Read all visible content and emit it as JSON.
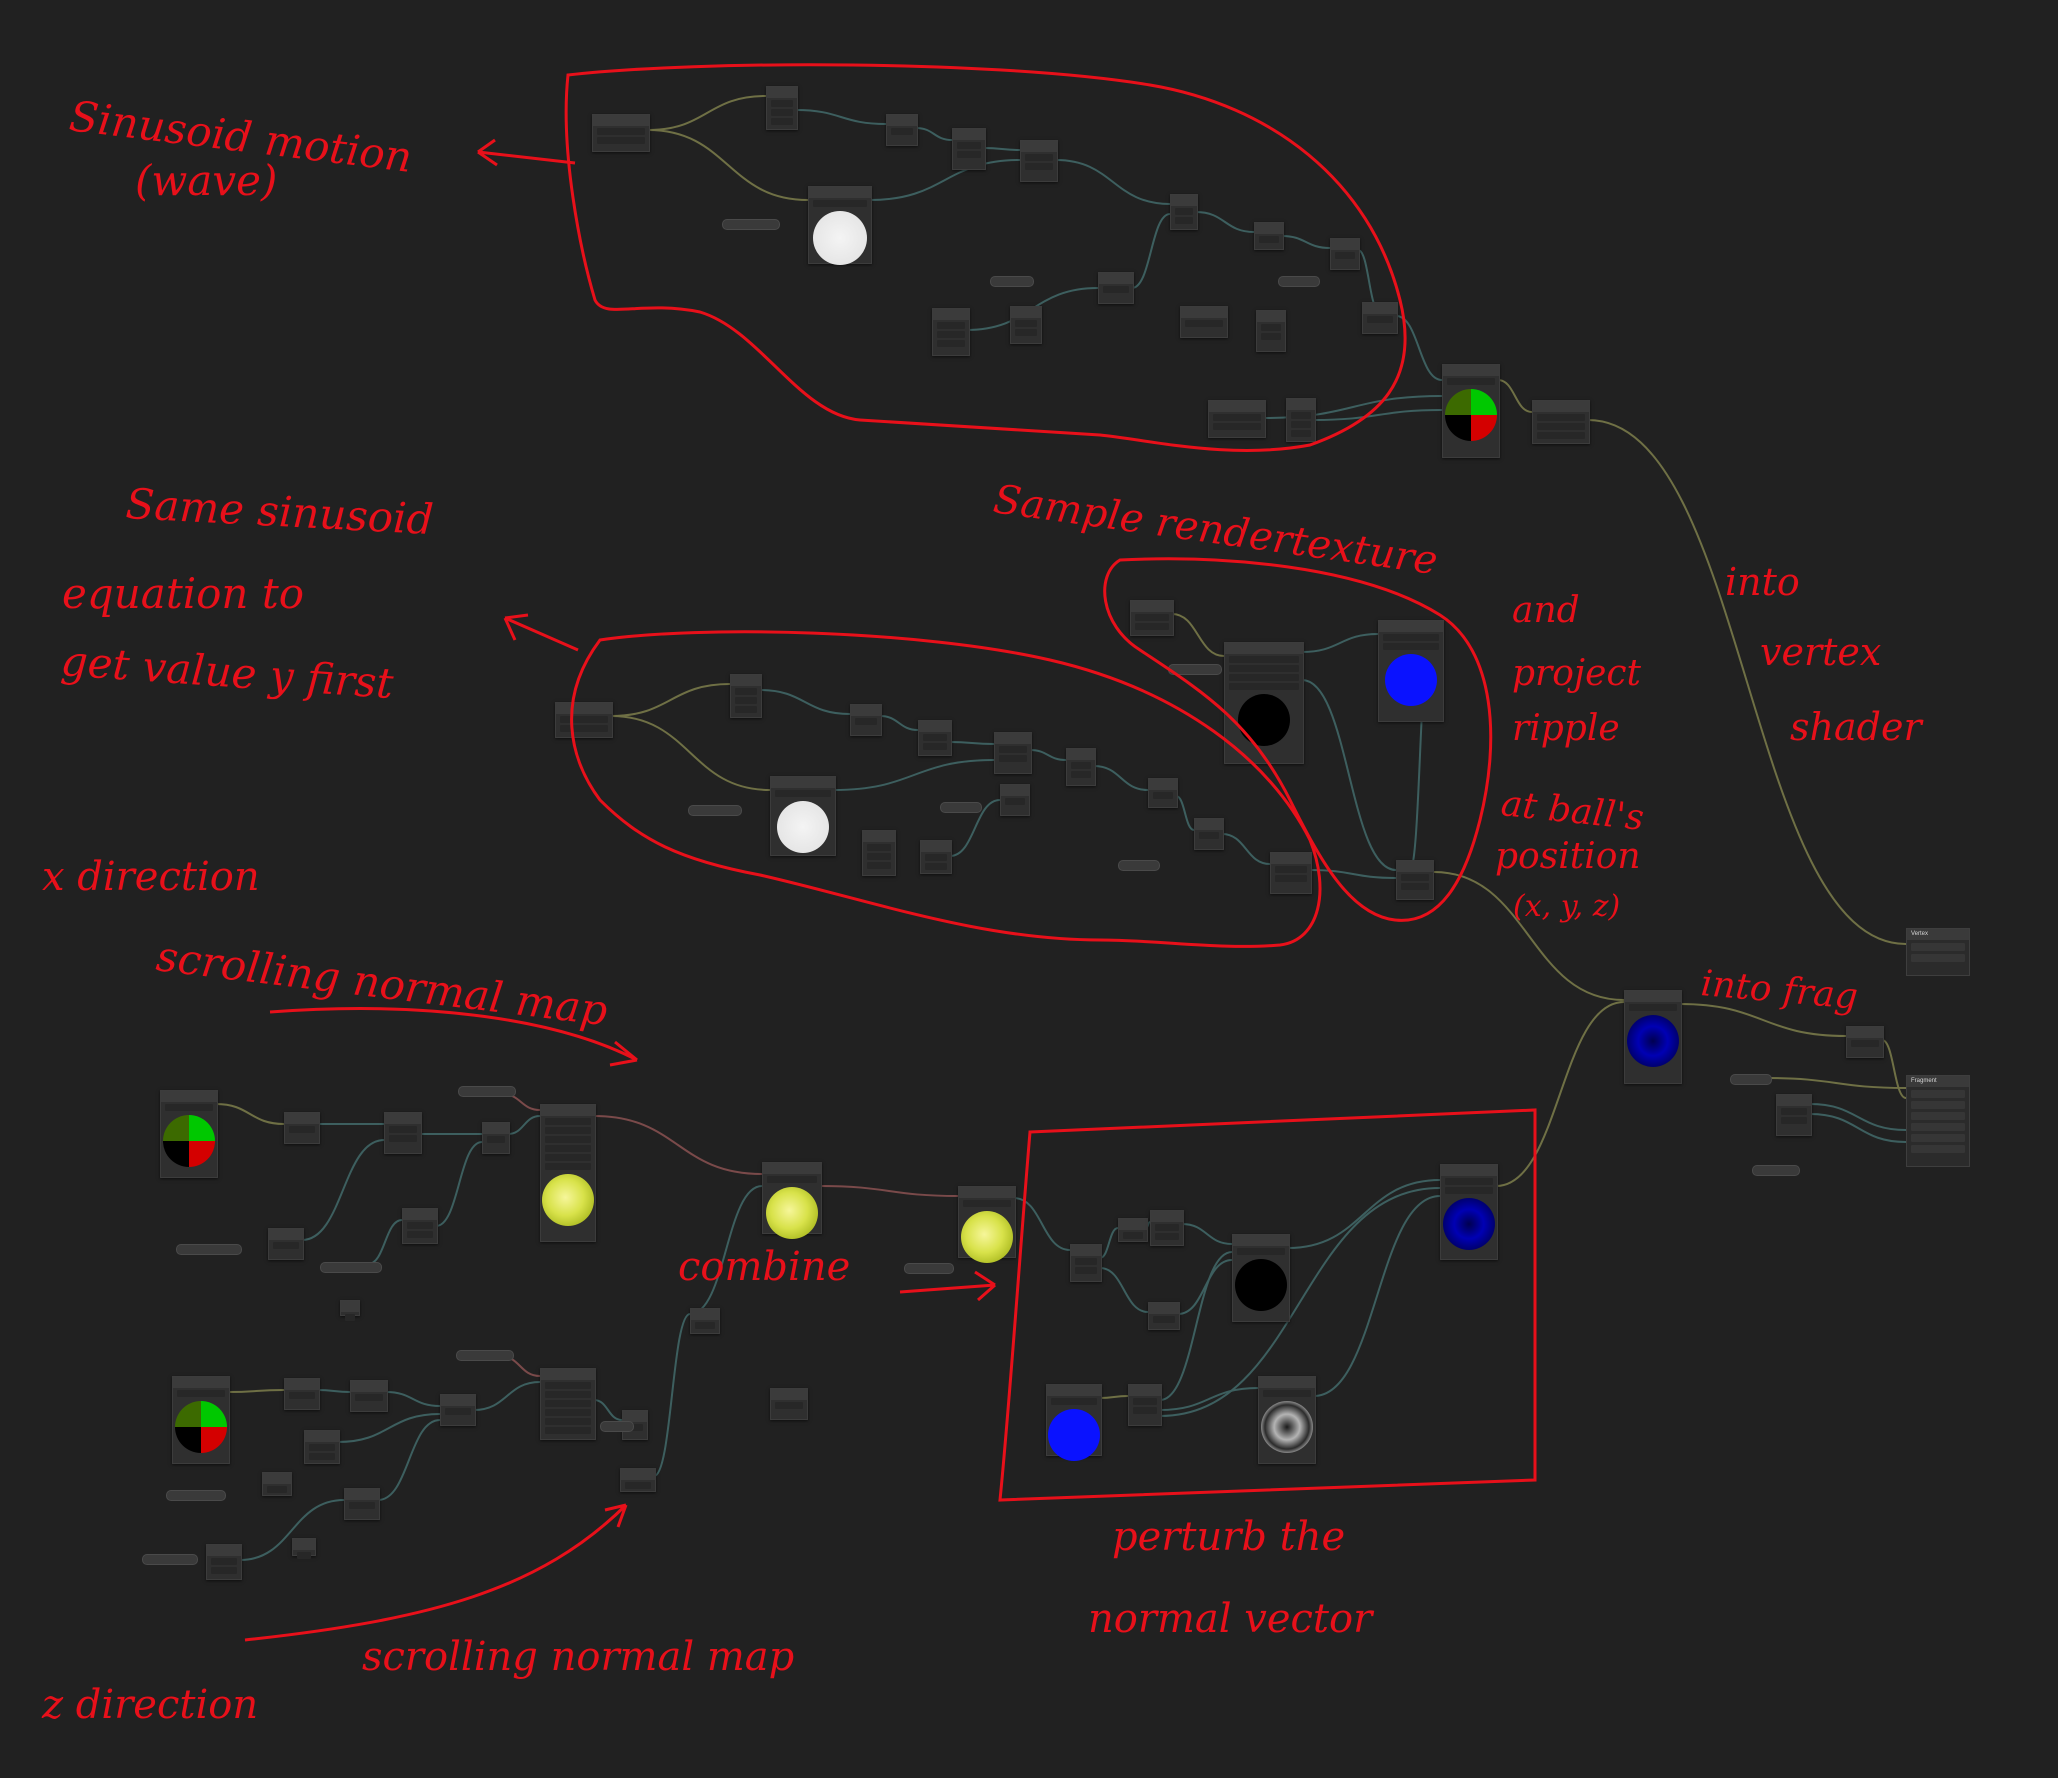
{
  "annotations": {
    "sinusoid_motion": [
      "Sinusoid motion",
      "(wave)"
    ],
    "same_sinusoid": [
      "Same sinusoid",
      "equation to",
      "get value y first"
    ],
    "sample_rendertexture": "Sample rendertexture",
    "project_ripple": [
      "and",
      "project",
      "ripple",
      "at ball's",
      "position",
      "(x, y, z)"
    ],
    "into_vertex_shader": [
      "into",
      "vertex",
      "shader"
    ],
    "into_frag": "into frag",
    "x_direction": "x direction",
    "scrolling_normal_map_top": "scrolling normal map",
    "combine": "combine",
    "perturb": [
      "perturb the",
      "normal vector"
    ],
    "scrolling_normal_map_bottom": "scrolling normal map",
    "z_direction": "z direction"
  },
  "colors": {
    "background": "#212121",
    "ink": "#e8101a",
    "wire_float": "#6f7045",
    "wire_vector": "#3d5f5f",
    "wire_texture": "#7a4a4a"
  },
  "master_stack": {
    "vertex_title": "Vertex",
    "fragment_title": "Fragment"
  }
}
